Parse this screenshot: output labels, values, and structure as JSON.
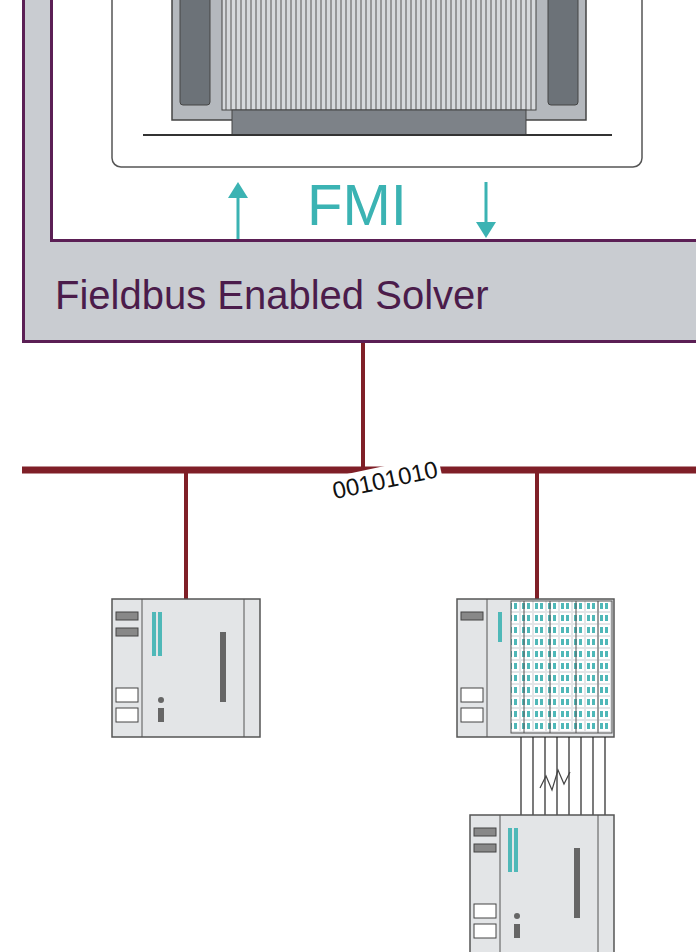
{
  "diagram": {
    "nodes": [
      {
        "text": [
          "Fieldbus Enabled Solver"
        ]
      },
      {
        "text": [
          "FMI"
        ],
        "in": 0
      }
    ],
    "labels": [
      "00101010"
    ]
  }
}
